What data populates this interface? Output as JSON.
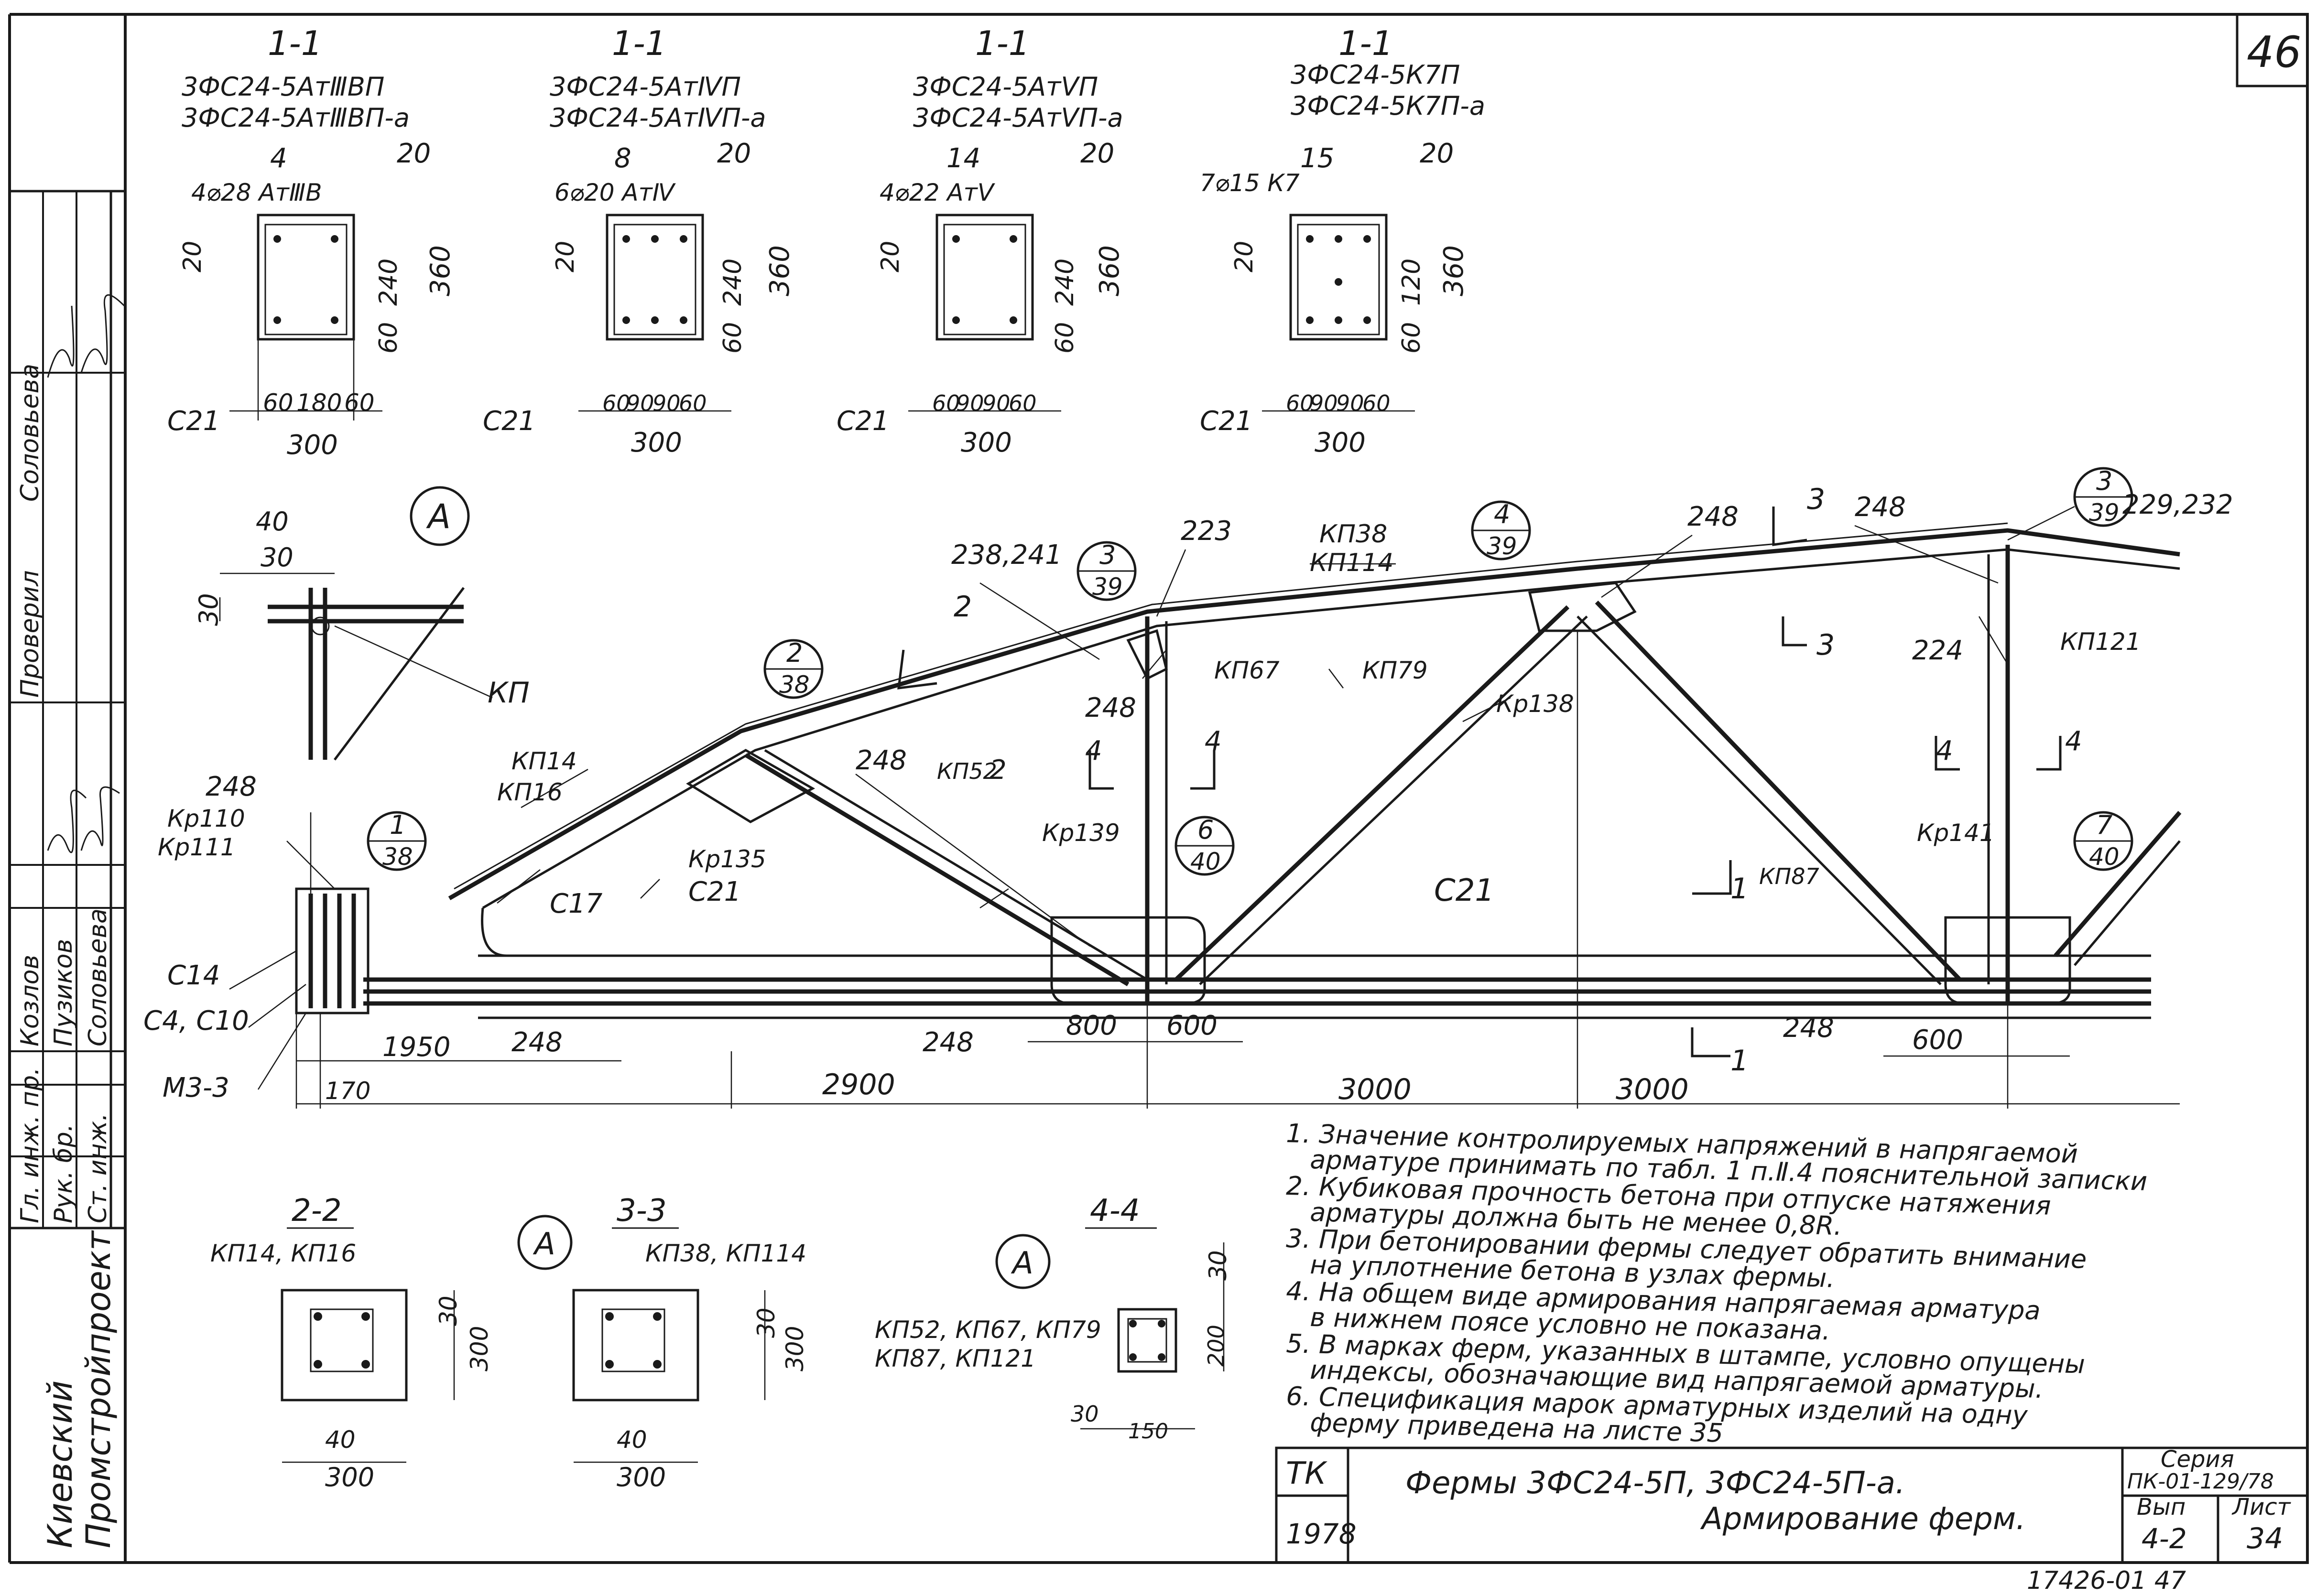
{
  "colors": {
    "ink": "#1a1a1a",
    "paper": "#ffffff"
  },
  "sheet_number": "46",
  "section_label": "1-1",
  "sections": [
    {
      "mark_a": "3ФС24-5АтⅢВП",
      "mark_b": "3ФС24-5АтⅢВП-а",
      "pos": "4",
      "bars": "4⌀28 АтⅢВ",
      "ext": "20",
      "bottom": [
        "60",
        "180",
        "60"
      ],
      "width": "300",
      "dims": [
        "20",
        "240",
        "60",
        "360"
      ],
      "mesh": "С21"
    },
    {
      "mark_a": "3ФС24-5АтⅣП",
      "mark_b": "3ФС24-5АтⅣП-а",
      "pos": "8",
      "bars": "6⌀20 АтⅣ",
      "ext": "20",
      "bottom": [
        "60",
        "90",
        "90",
        "60"
      ],
      "width": "300",
      "dims": [
        "20",
        "240",
        "60",
        "360"
      ],
      "mesh": "С21"
    },
    {
      "mark_a": "3ФС24-5АтⅤП",
      "mark_b": "3ФС24-5АтⅤП-а",
      "pos": "14",
      "bars": "4⌀22 АтⅤ",
      "ext": "20",
      "bottom": [
        "60",
        "90",
        "90",
        "60"
      ],
      "width": "300",
      "dims": [
        "20",
        "240",
        "60",
        "360"
      ],
      "mesh": "С21"
    },
    {
      "mark_a": "3ФС24-5К7П",
      "mark_b": "3ФС24-5К7П-а",
      "pos": "15",
      "bars": "7⌀15 К7",
      "ext": "20",
      "bottom": [
        "60",
        "90",
        "90",
        "60"
      ],
      "width": "300",
      "dims": [
        "20",
        "120",
        "60",
        "360"
      ],
      "mesh": "С21"
    }
  ],
  "detail_a": {
    "letter": "А",
    "dim_40": "40",
    "dim_30": "30",
    "dim_30v": "30",
    "label": "КП"
  },
  "truss": {
    "labels": {
      "t248_top": "248",
      "kp110": "Кр110",
      "kp111": "Кр111",
      "kp14": "КП14",
      "kp16": "КП16",
      "kp135": "Кр135",
      "c17": "С17",
      "c21a": "С21",
      "c21b": "С21",
      "c14": "С14",
      "c4c10": "С4, С10",
      "m33": "М3-3",
      "t238": "238,241",
      "t223": "223",
      "kp38": "КП38",
      "kp114": "КП114",
      "t248_mid": "248",
      "t248_a": "248",
      "t248_b": "248",
      "kp52": "КП52",
      "kp67": "КП67",
      "kp79": "КП79",
      "kp138": "Кр138",
      "kp139": "Кр139",
      "kp141": "Кр141",
      "kp87": "КП87",
      "t224": "224",
      "kp121": "КП121",
      "t248_r": "248",
      "t229": "229,232",
      "t248_low1": "248",
      "t248_low2": "248",
      "t248_low3": "248"
    },
    "bubbles": [
      {
        "top": "1",
        "bottom": "38"
      },
      {
        "top": "2",
        "bottom": "38"
      },
      {
        "top": "3",
        "bottom": "39"
      },
      {
        "top": "4",
        "bottom": "39"
      },
      {
        "top": "3",
        "bottom": "39"
      },
      {
        "top": "6",
        "bottom": "40"
      },
      {
        "top": "7",
        "bottom": "40"
      }
    ],
    "cut_labels": {
      "c1": "1",
      "c2": "2",
      "c3": "3",
      "c4": "4"
    },
    "dims": {
      "d1950": "1950",
      "d170": "170",
      "d2900": "2900",
      "d800": "800",
      "d600a": "600",
      "d3000a": "3000",
      "d3000b": "3000",
      "d600b": "600"
    }
  },
  "small_sections": {
    "s22": {
      "title": "2-2",
      "marks": "КП14, КП16",
      "d30": "30",
      "d300v": "300",
      "d40": "40",
      "d300h": "300"
    },
    "s33": {
      "title": "3-3",
      "marks": "КП38, КП114",
      "d30": "30",
      "d300v": "300",
      "d40": "40",
      "d300h": "300"
    },
    "s44": {
      "title": "4-4",
      "marks1": "КП52, КП67, КП79",
      "marks2": "КП87, КП121",
      "d30v": "30",
      "d200": "200",
      "d30h": "30",
      "d150": "150"
    },
    "bubble_a1": "А",
    "bubble_a2": "А"
  },
  "notes": [
    "1. Значение контролируемых напряжений в напрягаемой",
    "арматуре принимать по табл. 1 п.Ⅱ.4 пояснительной записки",
    "2. Кубиковая прочность бетона при отпуске натяжения",
    "арматуры должна быть не менее 0,8R.",
    "3. При бетонировании фермы следует обратить внимание",
    "на уплотнение бетона в узлах фермы.",
    "4. На общем виде армирования напрягаемая арматура",
    "в нижнем поясе условно не показана.",
    "5. В марках ферм, указанных в штампе, условно опущены",
    "индексы, обозначающие вид напрягаемой арматуры.",
    "6. Спецификация марок арматурных изделий на одну",
    "ферму приведена на листе 35"
  ],
  "left_stamp": {
    "rows": [
      [
        "Гл. инж. пр.",
        "Козлов"
      ],
      [
        "Рук. бр.",
        "Пузиков"
      ],
      [
        "Ст. инж.",
        "Соловьева"
      ],
      [
        "",
        ""
      ],
      [
        "Проверил",
        "Соловьева"
      ]
    ],
    "org1": "Киевский",
    "org2": "Промстройпроект"
  },
  "title_block": {
    "code": "ТК",
    "year": "1978",
    "title1": "Фермы 3ФС24-5П, 3ФС24-5П-а.",
    "title2": "Армирование ферм.",
    "series_label": "Серия",
    "series": "ПК-01-129/78",
    "issue_label": "Вып",
    "issue": "4-2",
    "sheet_label": "Лист",
    "sheet": "34"
  },
  "footer": "17426-01 47"
}
